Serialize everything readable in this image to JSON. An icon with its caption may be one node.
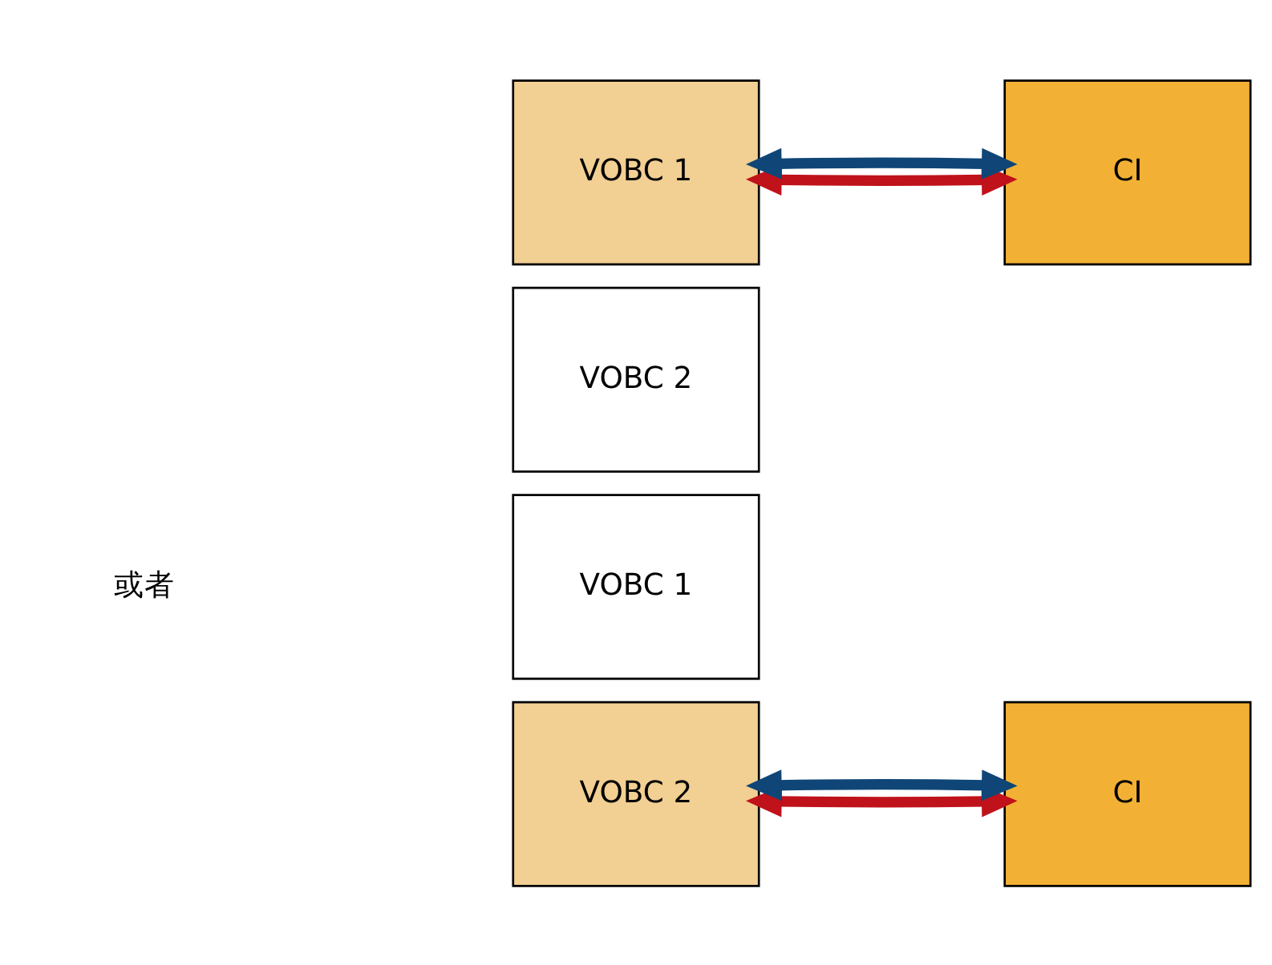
{
  "diagram": {
    "nodes": [
      {
        "text": [
          "VOBC 1"
        ]
      },
      {
        "text": [
          "VOBC 2"
        ]
      },
      {
        "text": [
          "CI"
        ]
      },
      {
        "text": [
          "VOBC 1"
        ]
      },
      {
        "text": [
          "VOBC 2"
        ]
      },
      {
        "text": [
          "CI"
        ]
      }
    ],
    "edges": [
      {
        "from": 0,
        "to": 2,
        "arrow": "both",
        "color": "#c0121a"
      },
      {
        "from": 0,
        "to": 2,
        "arrow": "both",
        "color": "#0f4677"
      },
      {
        "from": 4,
        "to": 5,
        "arrow": "both",
        "color": "#c0121a"
      },
      {
        "from": 4,
        "to": 5,
        "arrow": "both",
        "color": "#0f4677"
      }
    ],
    "labels": [
      "或者"
    ]
  }
}
